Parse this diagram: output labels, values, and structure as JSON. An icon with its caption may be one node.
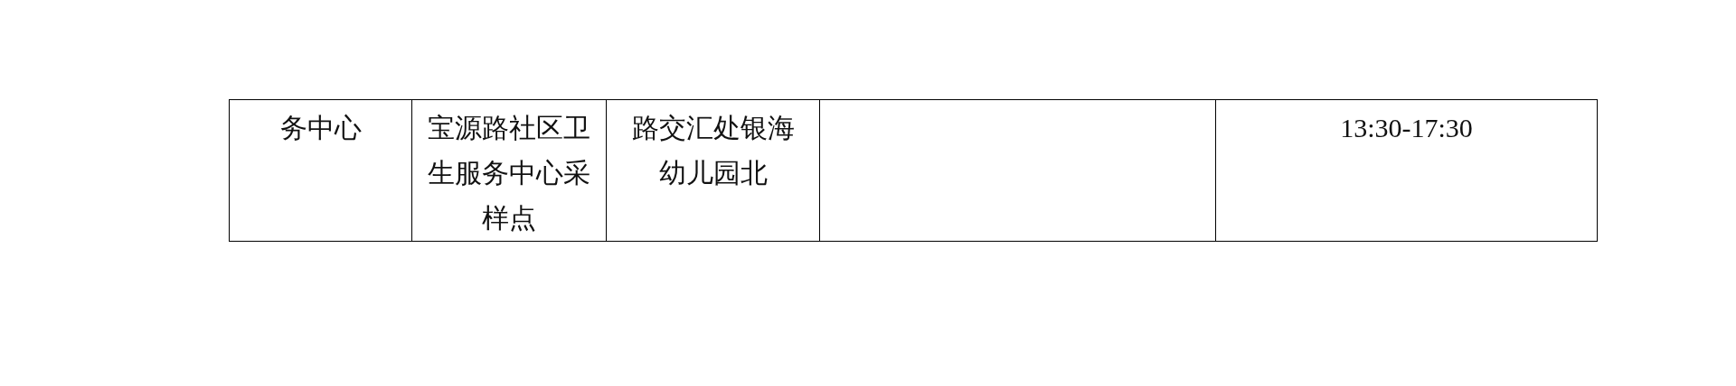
{
  "diagram": {
    "labels": [
      "务中心",
      "宝源路社区卫生服务中心采样点",
      "路交汇处银海幼儿园北",
      "13:30-17:30"
    ]
  }
}
